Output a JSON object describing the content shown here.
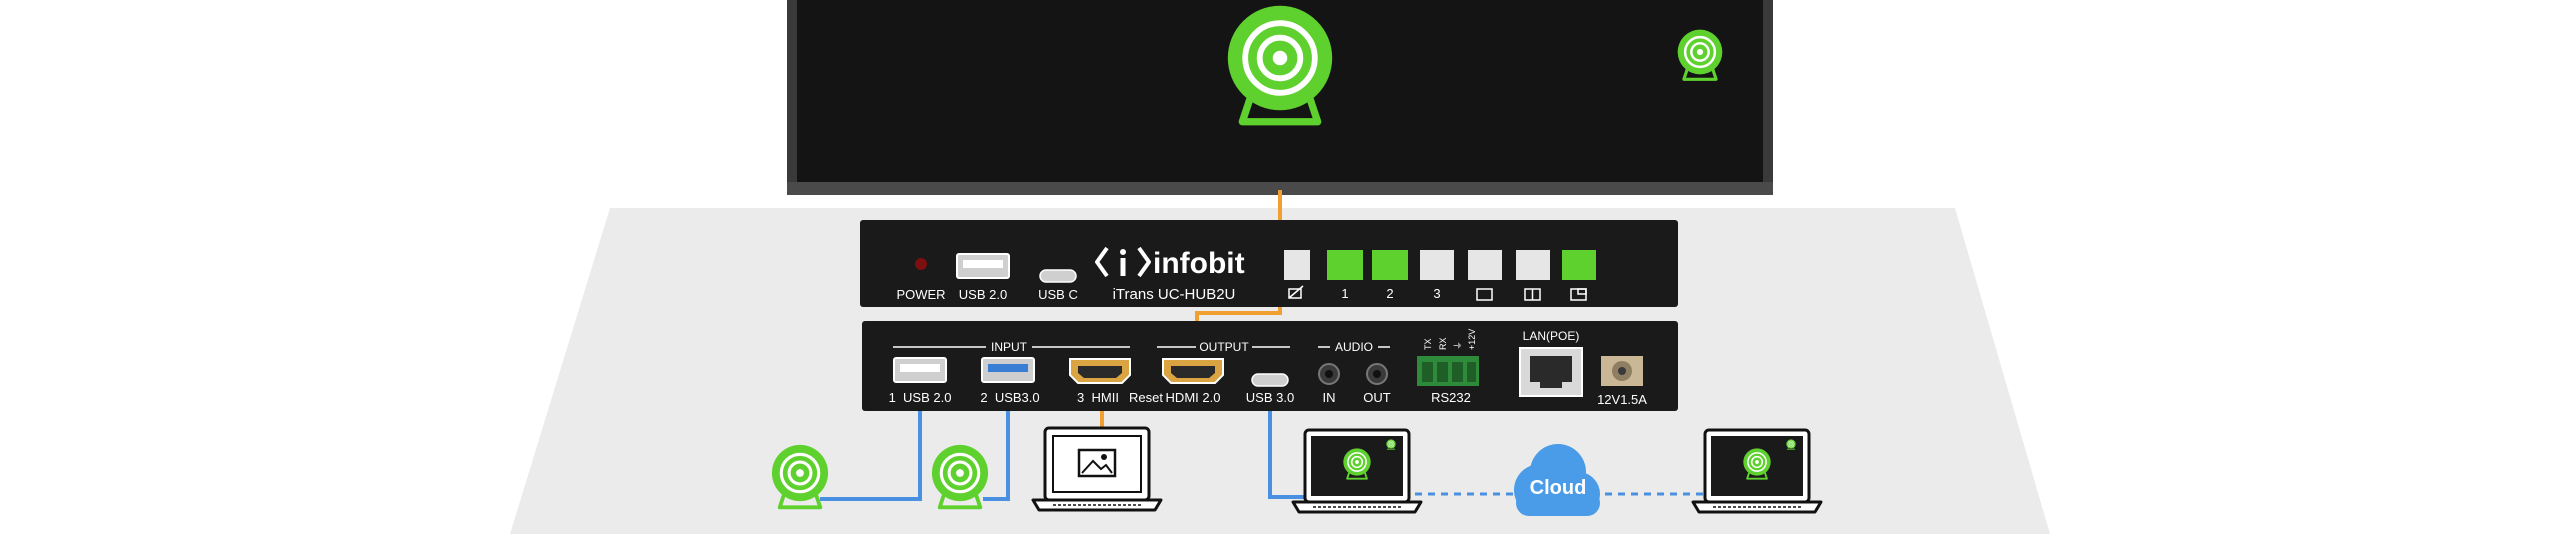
{
  "brand": {
    "logo_text": "infobit",
    "model": "iTrans UC-HUB2U"
  },
  "front_panel": {
    "ports": [
      "POWER",
      "USB 2.0",
      "USB C"
    ],
    "button_labels": [
      "1",
      "2",
      "3"
    ],
    "button_states": [
      "off",
      "on",
      "on",
      "off",
      "off",
      "off",
      "on"
    ]
  },
  "rear_panel": {
    "group_titles": {
      "input": "INPUT",
      "output": "OUTPUT",
      "audio": "AUDIO",
      "lan": "LAN(POE)"
    },
    "ports": [
      "1  USB 2.0",
      "2  USB3.0",
      "3  HMII",
      "Reset",
      "HDMI 2.0",
      "USB 3.0",
      "IN",
      "OUT",
      "RS232",
      "12V1.5A"
    ],
    "rs232_pins": [
      "TX",
      "RX",
      "⏚",
      "+12V"
    ]
  },
  "cloud": {
    "label": "Cloud"
  },
  "colors": {
    "accent_green": "#5fd12e",
    "hdmi_line": "#f0a030",
    "usb_line": "#4a90e2",
    "cloud": "#4a9be8",
    "device": "#1a1a1a"
  },
  "icons": [
    "webcam-icon",
    "laptop-icon",
    "cloud-icon",
    "image-icon"
  ]
}
